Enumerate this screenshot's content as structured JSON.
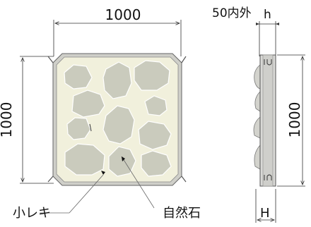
{
  "front_view": {
    "width_label": "1000",
    "height_label": "1000",
    "labels": {
      "small_gravel": "小レキ",
      "natural_stone": "自然石"
    }
  },
  "side_view": {
    "top_label": "50内外",
    "thickness_symbol_top": "h",
    "height_label": "1000",
    "thickness_symbol_bottom": "H"
  },
  "colors": {
    "panel_fill": "#f1f0dc",
    "stone_fill": "#cacbbd",
    "stone_stroke": "#ffffff",
    "frame_fill": "#cfcfc9",
    "frame_stroke": "#666666",
    "side_fill": "#d9d9d6"
  }
}
